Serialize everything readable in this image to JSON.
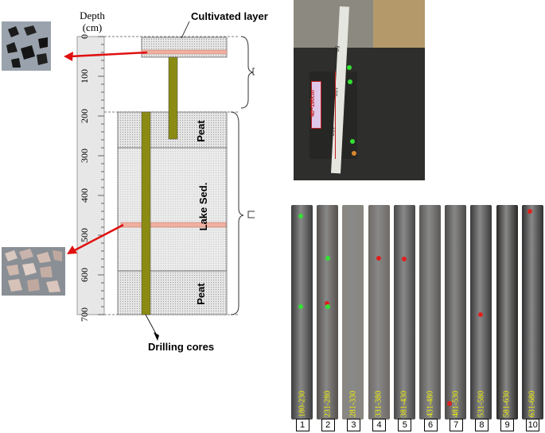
{
  "diagram": {
    "depth_label_line1": "Depth",
    "depth_label_line2": "(cm)",
    "depth_ticks": [
      "0",
      "100",
      "200",
      "300",
      "400",
      "500",
      "600",
      "700"
    ],
    "labels": {
      "cultivated": "Cultivated layer",
      "peat_upper": "Peat",
      "lake_sed": "Lake Sed.",
      "peat_lower": "Peat",
      "drilling": "Drilling cores"
    }
  },
  "profile_photo": {
    "ruler_marks": [
      "50",
      "100",
      "150"
    ],
    "highlight_label": "40~190cm"
  },
  "cores": [
    {
      "num": "1",
      "label": "180-230"
    },
    {
      "num": "2",
      "label": "231-280"
    },
    {
      "num": "3",
      "label": "281-330"
    },
    {
      "num": "4",
      "label": "331-380"
    },
    {
      "num": "5",
      "label": "381-430"
    },
    {
      "num": "6",
      "label": "431-480"
    },
    {
      "num": "7",
      "label": "481-530"
    },
    {
      "num": "8",
      "label": "531-580"
    },
    {
      "num": "9",
      "label": "581-630"
    },
    {
      "num": "10",
      "label": "631-680"
    }
  ],
  "colors": {
    "olive": "#8b8b14",
    "arrow_red": "#e01010",
    "pink_band": "#f0b0a0"
  }
}
